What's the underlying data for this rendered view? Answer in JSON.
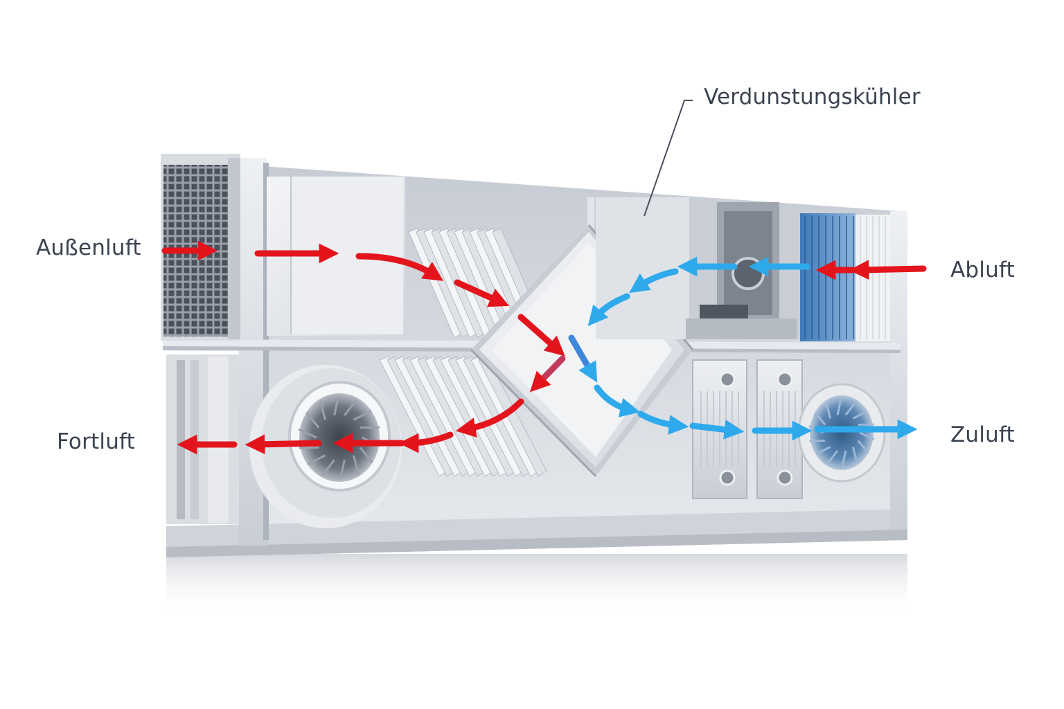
{
  "labels": {
    "outside_air": "Außenluft",
    "exhaust_out": "Fortluft",
    "extract_air": "Abluft",
    "supply_air": "Zuluft",
    "evaporative_cooler": "Verdunstungskühler"
  },
  "colors": {
    "warm_air": "#e3141c",
    "cool_air": "#2ea9ec",
    "label_text": "#3b4250",
    "housing": "#d6dae0"
  }
}
